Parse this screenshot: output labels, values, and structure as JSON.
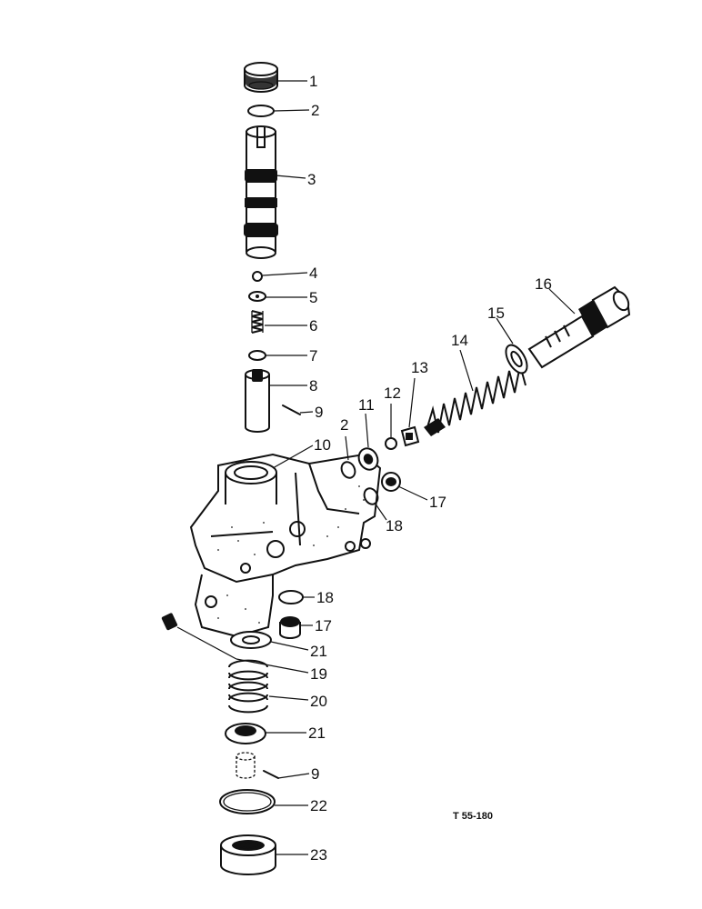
{
  "callouts": [
    {
      "id": "c1",
      "text": "1"
    },
    {
      "id": "c2a",
      "text": "2"
    },
    {
      "id": "c3",
      "text": "3"
    },
    {
      "id": "c4",
      "text": "4"
    },
    {
      "id": "c5",
      "text": "5"
    },
    {
      "id": "c6",
      "text": "6"
    },
    {
      "id": "c7",
      "text": "7"
    },
    {
      "id": "c8",
      "text": "8"
    },
    {
      "id": "c9a",
      "text": "9"
    },
    {
      "id": "c10",
      "text": "10"
    },
    {
      "id": "c2b",
      "text": "2"
    },
    {
      "id": "c11",
      "text": "11"
    },
    {
      "id": "c12",
      "text": "12"
    },
    {
      "id": "c13",
      "text": "13"
    },
    {
      "id": "c14",
      "text": "14"
    },
    {
      "id": "c15",
      "text": "15"
    },
    {
      "id": "c16",
      "text": "16"
    },
    {
      "id": "c17a",
      "text": "17"
    },
    {
      "id": "c18a",
      "text": "18"
    },
    {
      "id": "c18b",
      "text": "18"
    },
    {
      "id": "c17b",
      "text": "17"
    },
    {
      "id": "c21a",
      "text": "21"
    },
    {
      "id": "c19",
      "text": "19"
    },
    {
      "id": "c20",
      "text": "20"
    },
    {
      "id": "c21b",
      "text": "21"
    },
    {
      "id": "c9b",
      "text": "9"
    },
    {
      "id": "c22",
      "text": "22"
    },
    {
      "id": "c23",
      "text": "23"
    }
  ],
  "reference_code": "T 55-180"
}
